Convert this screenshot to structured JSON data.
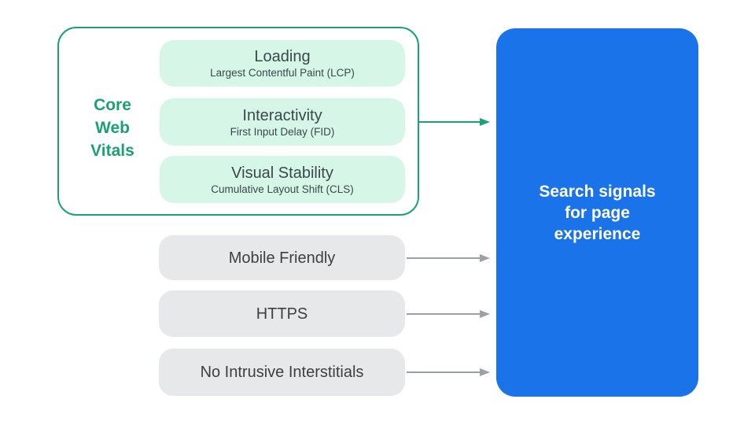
{
  "colors": {
    "green": "#1CA172",
    "green_light": "#D6F6E7",
    "blue": "#1A73E8",
    "gray_pill": "#E7E8EA",
    "gray_arrow": "#9AA0A6",
    "text_dark": "#3A474D",
    "text_gray": "#3C4043",
    "white": "#FFFFFF"
  },
  "core_web_vitals": {
    "label": "Core\nWeb\nVitals",
    "items": [
      {
        "title": "Loading",
        "subtitle": "Largest Contentful Paint (LCP)"
      },
      {
        "title": "Interactivity",
        "subtitle": "First Input Delay (FID)"
      },
      {
        "title": "Visual Stability",
        "subtitle": "Cumulative Layout Shift (CLS)"
      }
    ]
  },
  "other_signals": [
    {
      "label": "Mobile Friendly"
    },
    {
      "label": "HTTPS"
    },
    {
      "label": "No Intrusive Interstitials"
    }
  ],
  "result": {
    "label": "Search signals\nfor page\nexperience"
  }
}
